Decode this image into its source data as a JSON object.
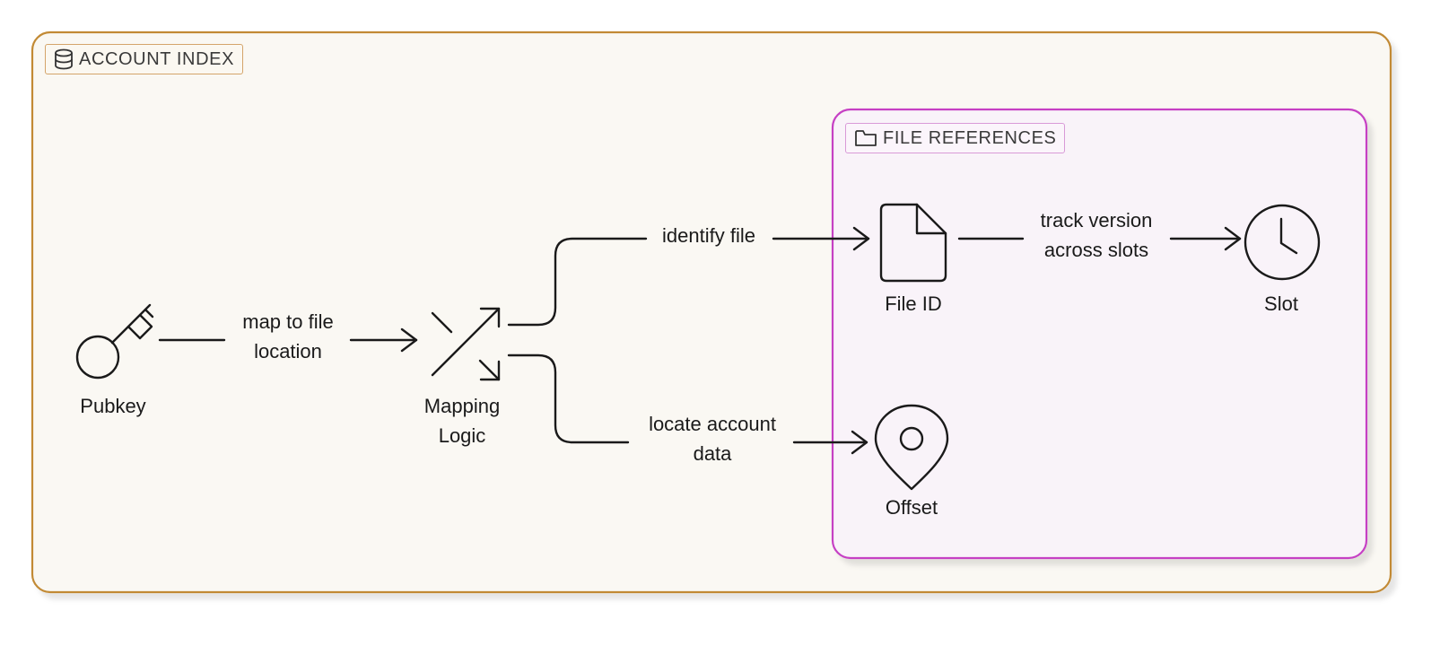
{
  "groups": {
    "account_index": {
      "label": "ACCOUNT INDEX",
      "icon": "database-icon",
      "border_color": "#c28a35",
      "fill_color": "#faf8f3"
    },
    "file_references": {
      "label": "FILE REFERENCES",
      "icon": "folder-icon",
      "border_color": "#c641c4",
      "fill_color": "#f9f3f9"
    }
  },
  "nodes": {
    "pubkey": {
      "label": "Pubkey",
      "icon": "key-icon"
    },
    "mapping": {
      "label": "Mapping\nLogic",
      "icon": "shuffle-icon"
    },
    "file_id": {
      "label": "File ID",
      "icon": "file-icon"
    },
    "slot": {
      "label": "Slot",
      "icon": "clock-icon"
    },
    "offset": {
      "label": "Offset",
      "icon": "map-pin-icon"
    }
  },
  "edges": [
    {
      "from": "pubkey",
      "to": "mapping",
      "label": "map to file\nlocation"
    },
    {
      "from": "mapping",
      "to": "file_id",
      "label": "identify file"
    },
    {
      "from": "mapping",
      "to": "offset",
      "label": "locate account\ndata"
    },
    {
      "from": "file_id",
      "to": "slot",
      "label": "track version\nacross  slots"
    }
  ]
}
